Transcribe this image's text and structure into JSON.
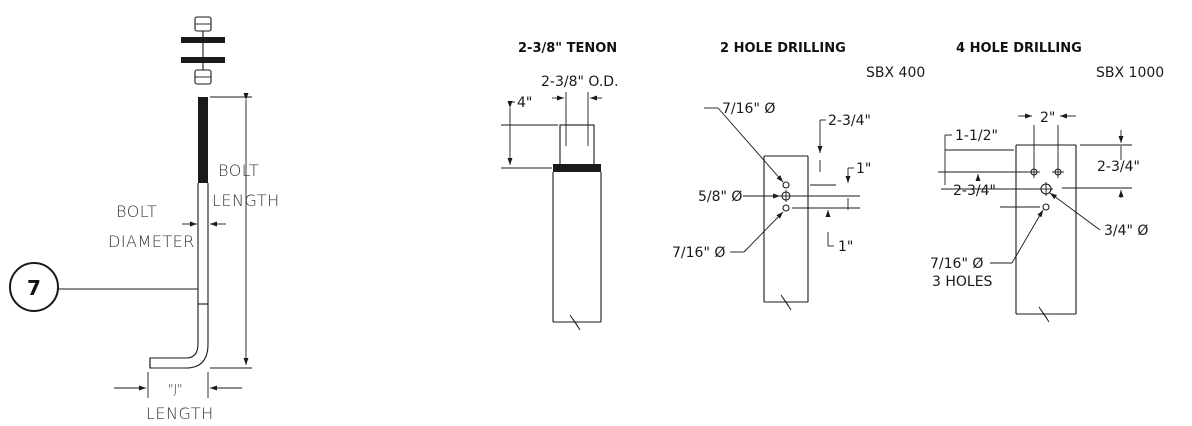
{
  "callout": {
    "number": "7"
  },
  "bolt": {
    "bolt_length_line1": "BOLT",
    "bolt_length_line2": "LENGTH",
    "bolt_diameter_line1": "BOLT",
    "bolt_diameter_line2": "DIAMETER",
    "j_label": "\"J\"",
    "j_length": "LENGTH"
  },
  "tenon": {
    "title": "2-3/8\" TENON",
    "od_label": "2-3/8\" O.D.",
    "height_label": "4\""
  },
  "two_hole": {
    "title": "2 HOLE DRILLING",
    "model": "SBX 400",
    "top_hole": "7/16\" Ø",
    "mid_hole": "5/8\" Ø",
    "bot_hole": "7/16\" Ø",
    "top_offset": "2-3/4\"",
    "spacing_top": "1\"",
    "spacing_bot": "1\""
  },
  "four_hole": {
    "title": "4 HOLE DRILLING",
    "model": "SBX 1000",
    "top_offset": "1-1/2\"",
    "width": "2\"",
    "right_dim": "2-3/4\"",
    "left_dim": "2-3/4\"",
    "large_hole": "3/4\" Ø",
    "small_holes_line1": "7/16\" Ø",
    "small_holes_line2": "3 HOLES"
  }
}
